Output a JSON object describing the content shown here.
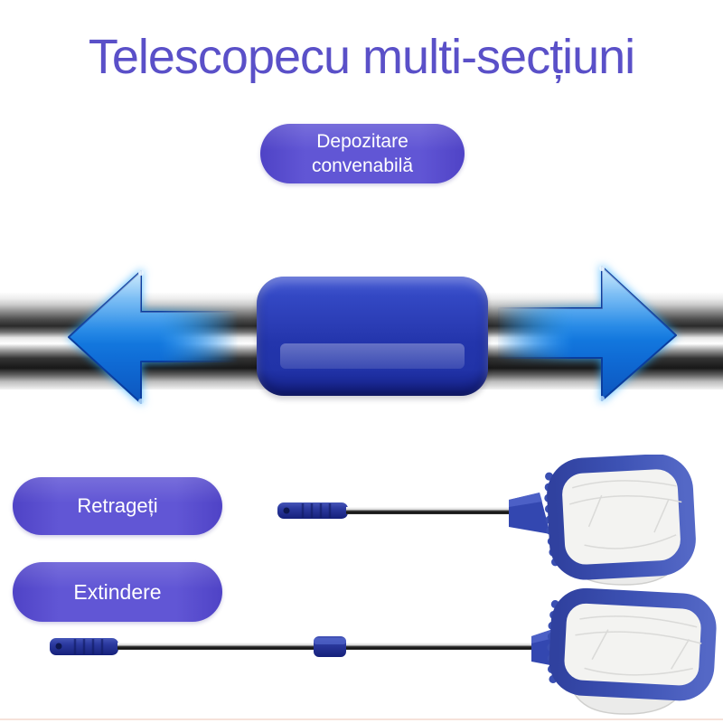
{
  "title": {
    "text": "Telescopecu multi-secțiuni"
  },
  "feature_badge": {
    "line1": "Depozitare",
    "line2": "convenabilă"
  },
  "action_badges": [
    {
      "label": "Retrageți"
    },
    {
      "label": "Extindere"
    }
  ],
  "diagram": {
    "left_arrow_icon": "arrow-left",
    "right_arrow_icon": "arrow-right",
    "subject": "telescopic pole with connector sleeve",
    "products": [
      "skimmer net retracted",
      "skimmer net extended"
    ]
  },
  "colors": {
    "title-color": "#5a50c8",
    "badge-bg": "#5a4fd2",
    "arrow-blue": "#1580e4",
    "sleeve-blue": "#2a3cb4",
    "frame-blue": "#3d52b4"
  }
}
